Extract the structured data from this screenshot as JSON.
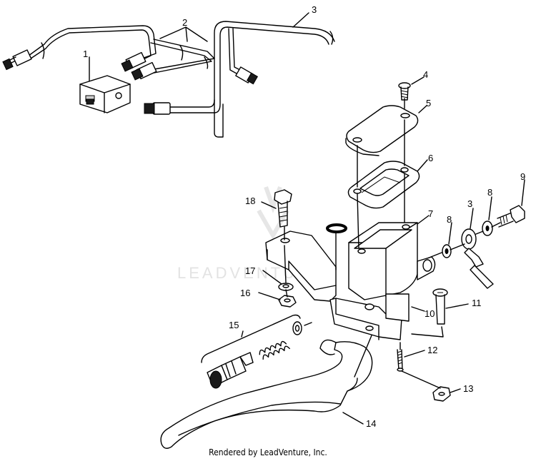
{
  "watermark": "LEADVENTURE",
  "footer": "Rendered by LeadVenture, Inc.",
  "callouts": [
    {
      "id": "c1",
      "label": "1"
    },
    {
      "id": "c2",
      "label": "2"
    },
    {
      "id": "c3a",
      "label": "3"
    },
    {
      "id": "c3b",
      "label": "3"
    },
    {
      "id": "c4",
      "label": "4"
    },
    {
      "id": "c5",
      "label": "5"
    },
    {
      "id": "c6",
      "label": "6"
    },
    {
      "id": "c7",
      "label": "7"
    },
    {
      "id": "c8a",
      "label": "8"
    },
    {
      "id": "c8b",
      "label": "8"
    },
    {
      "id": "c9",
      "label": "9"
    },
    {
      "id": "c10",
      "label": "10"
    },
    {
      "id": "c11",
      "label": "11"
    },
    {
      "id": "c12",
      "label": "12"
    },
    {
      "id": "c13",
      "label": "13"
    },
    {
      "id": "c14",
      "label": "14"
    },
    {
      "id": "c15",
      "label": "15"
    },
    {
      "id": "c16",
      "label": "16"
    },
    {
      "id": "c17",
      "label": "17"
    },
    {
      "id": "c18",
      "label": "18"
    }
  ]
}
